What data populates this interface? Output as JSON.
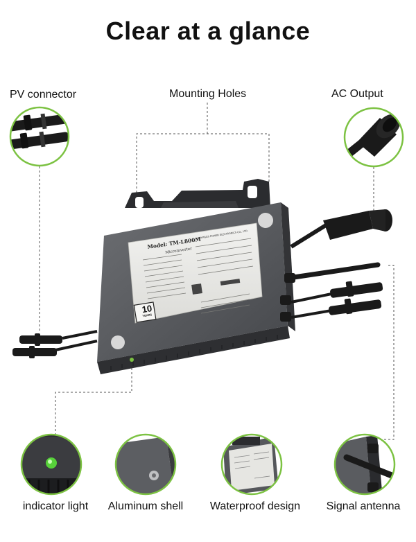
{
  "title": "Clear at a glance",
  "callouts": {
    "pv_connector": "PV connector",
    "mounting_holes": "Mounting Holes",
    "ac_output": "AC Output",
    "indicator_light": "indicator light",
    "aluminum_shell": "Aluminum shell",
    "waterproof_design": "Waterproof design",
    "signal_antenna": "Signal antenna"
  },
  "device": {
    "model_line": "Model: TM-L800M",
    "subtitle": "Microinverter",
    "warranty_number": "10",
    "warranty_word": "YEARS",
    "company": "HOYMILES POWER ELECTRONICS CO., LTD."
  },
  "colors": {
    "accent_green": "#7cc242",
    "device_body": "#5a5c60",
    "device_dark": "#2a2b2e",
    "cable": "#1a1a1a",
    "dashed_line": "#555555"
  }
}
